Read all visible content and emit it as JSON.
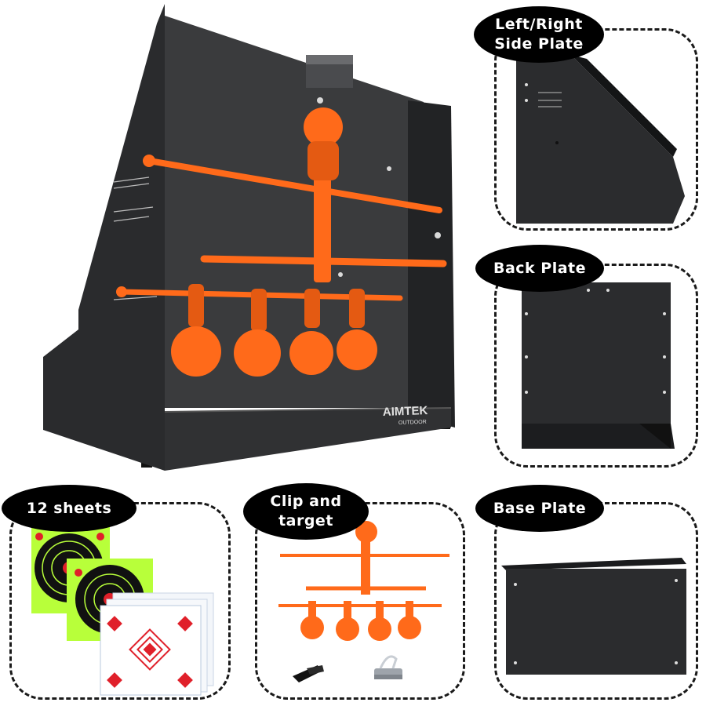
{
  "brand": {
    "name": "AIMTEK",
    "tagline": "OUTDOOR"
  },
  "callouts": {
    "side_plate": "Left/Right\nSide Plate",
    "back_plate": "Back Plate",
    "sheets": "12 sheets",
    "clip_target": "Clip and\ntarget",
    "base_plate": "Base Plate"
  },
  "colors": {
    "steel": "#2b2c2e",
    "steel_dark": "#1b1c1e",
    "orange": "#ff6a1a",
    "badge": "#000000",
    "target_green": "#b8ff3a",
    "target_red": "#e0202a"
  },
  "icons": [
    "clip-icon",
    "binder-clip-icon",
    "target-sheet-icon"
  ]
}
